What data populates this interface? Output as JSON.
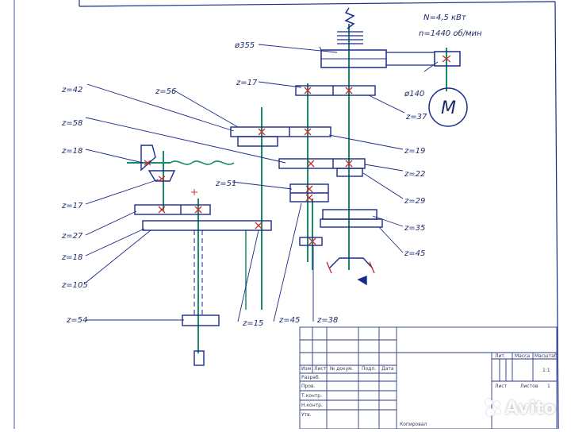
{
  "motor": {
    "power": "N=4,5 кВт",
    "speed": "n=1440 об/мин",
    "symbol": "M"
  },
  "pulleys": {
    "big": "ø355",
    "small": "ø140"
  },
  "gear_labels": {
    "z17_top": "z=17",
    "z37": "z=37",
    "z42": "z=42",
    "z56": "z=56",
    "z58": "z=58",
    "z19": "z=19",
    "z18_worm": "z=18",
    "z22": "z=22",
    "z51": "z=51",
    "z29": "z=29",
    "z17_low": "z=17",
    "z27": "z=27",
    "z35": "z=35",
    "z18_low": "z=18",
    "z45_right": "z=45",
    "z105": "z=105",
    "z54": "z=54",
    "z15": "z=15",
    "z45_mid": "z=45",
    "z38": "z=38"
  },
  "title_block": {
    "columns": [
      "Изм",
      "Лист",
      "№ докум.",
      "Подп.",
      "Дата"
    ],
    "rows": [
      "Разраб.",
      "Пров.",
      "Т.контр.",
      "Н.контр.",
      "Утв."
    ],
    "right_header": [
      "Лит.",
      "Масса",
      "Масштаб"
    ],
    "scale": "1:1",
    "sheet": "Лист",
    "sheets": "Листов",
    "sheets_count": "1",
    "copied": "Копировал"
  },
  "watermark": "Avito"
}
